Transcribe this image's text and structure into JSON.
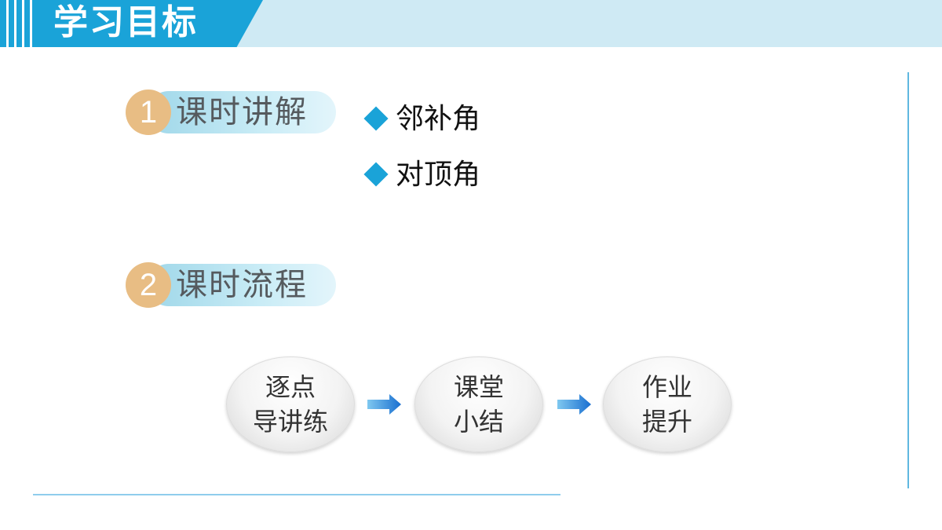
{
  "header": {
    "title": "学习目标"
  },
  "sections": [
    {
      "number": "1",
      "label": "课时讲解"
    },
    {
      "number": "2",
      "label": "课时流程"
    }
  ],
  "bullets": [
    "邻补角",
    "对顶角"
  ],
  "flow": [
    {
      "line1": "逐点",
      "line2": "导讲练"
    },
    {
      "line1": "课堂",
      "line2": "小结"
    },
    {
      "line1": "作业",
      "line2": "提升"
    }
  ],
  "icons": {
    "bullet": "diamond-icon",
    "flow_arrow": "right-arrow-icon"
  },
  "colors": {
    "accent": "#1aa3d8",
    "header_band": "#cfeaf4",
    "number_badge": "#e8bd84"
  }
}
